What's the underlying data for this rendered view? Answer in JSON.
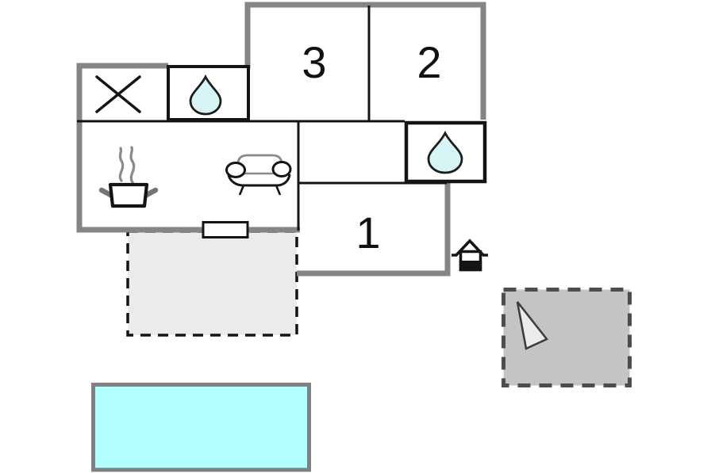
{
  "floorplan": {
    "description": "holiday-home floor plan",
    "rooms": {
      "room1": {
        "label": "1"
      },
      "room2": {
        "label": "2"
      },
      "room3": {
        "label": "3"
      }
    },
    "icons": {
      "cross": "x-cross-icon",
      "drop_top": "water-drop-icon",
      "drop_right": "water-drop-icon",
      "pot": "cooking-pot-steam-icon",
      "sofa": "sofa-icon",
      "entrance": "house-entrance-icon",
      "pointer": "direction-triangle-icon"
    },
    "colors": {
      "wall_gray": "#858585",
      "wall_black": "#141414",
      "pool_fill": "#b3ffff",
      "drop_fill": "#d8f5f6",
      "terrace_fill": "#ebebeb",
      "parking_fill": "#c4c4c4",
      "triangle_fill": "#ececec"
    }
  }
}
